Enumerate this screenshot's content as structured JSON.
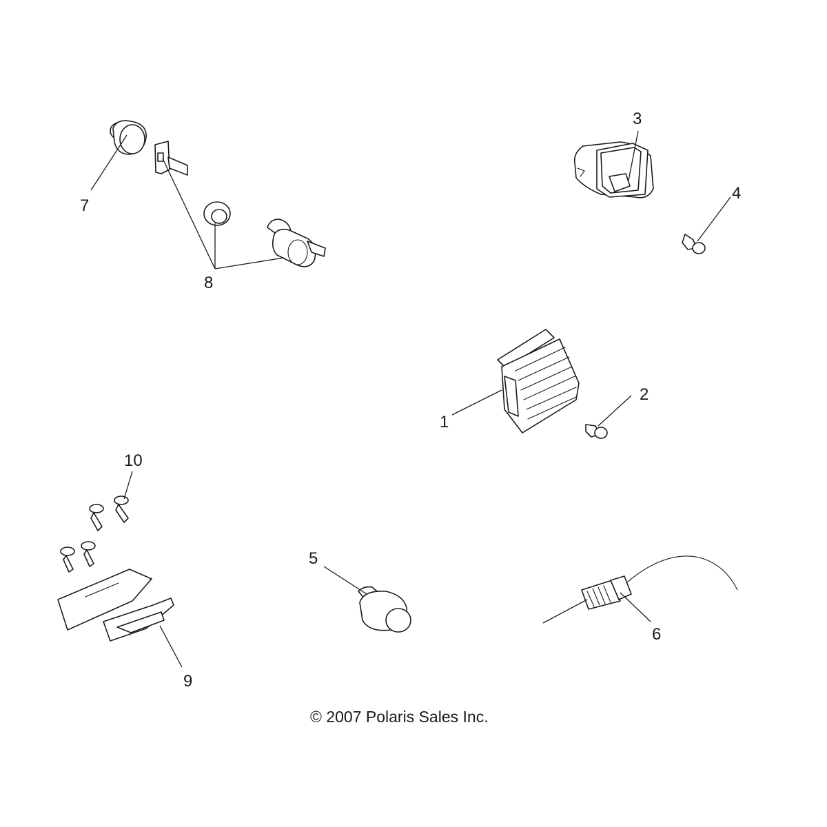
{
  "callouts": {
    "c1": "1",
    "c2": "2",
    "c3": "3",
    "c4": "4",
    "c5": "5",
    "c6": "6",
    "c7": "7",
    "c8": "8",
    "c9": "9",
    "c10": "10"
  },
  "copyright": "© 2007 Polaris Sales Inc."
}
